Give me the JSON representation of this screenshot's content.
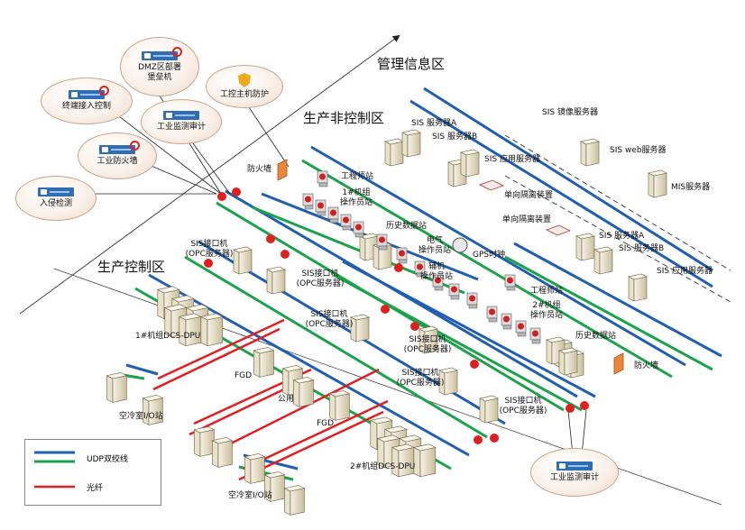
{
  "zones": {
    "management": "管理信息区",
    "non_control": "生产非控制区",
    "control": "生产控制区"
  },
  "bubbles": {
    "dmz": "DMZ区部署\n堡垒机",
    "host_protect": "工控主机防护",
    "terminal_access": "终端接入控制",
    "industrial_audit": "工业监测审计",
    "industrial_firewall": "工业防火墙",
    "intrusion": "入侵检测",
    "industrial_audit_bottom": "工业监测审计"
  },
  "labels": {
    "firewall_top": "防火墙",
    "firewall_right": "防火墙",
    "engineer_top": "工程师站",
    "unit1_op": "1#机组\n操作员站",
    "history_top": "历史数据站",
    "electrical_op": "电气\n操作员站",
    "gps": "GPS时钟",
    "aux_op": "辅机\n操作员站",
    "engineer_right": "工程师站",
    "unit2_op": "2#机组\n操作员站",
    "history_right": "历史数据站",
    "sis_a_top": "SIS 服务器A",
    "sis_b_top": "SIS 服务器B",
    "sis_app_top": "SIS 应用服务器",
    "sis_mirror": "SIS 镜像服务器",
    "sis_web": "SIS web服务器",
    "mis": "MIS服务器",
    "isolation_1": "单向隔离装置",
    "isolation_2": "单向隔离装置",
    "sis_a_right": "SIS 服务器A",
    "sis_b_right": "SIS 服务器B",
    "sis_app_right": "SIS 应用服务器",
    "opc_1": "SIS接口机\n(OPC服务器)",
    "opc_2": "SIS接口机\n(OPC服务器)",
    "opc_3": "SIS接口机\n(OPC服务器)",
    "opc_4": "SIS接口机\n(OPC服务器)",
    "opc_5": "SIS接口机\n(OPC服务器)",
    "opc_6": "SIS接口机\n(OPC服务器)",
    "dcs1": "1#机组DCS-DPU",
    "dcs2": "2#机组DCS-DPU",
    "fgd_1": "FGD",
    "fgd_2": "FGD",
    "public": "公用",
    "io_1": "空冷室I/O站",
    "io_2": "空冷室I/O站"
  },
  "legend": {
    "udp": "UDP双绞线",
    "fiber": "光纤",
    "colors": {
      "blue": "#1e5fb4",
      "green": "#1aa34a",
      "red": "#e02020"
    }
  }
}
